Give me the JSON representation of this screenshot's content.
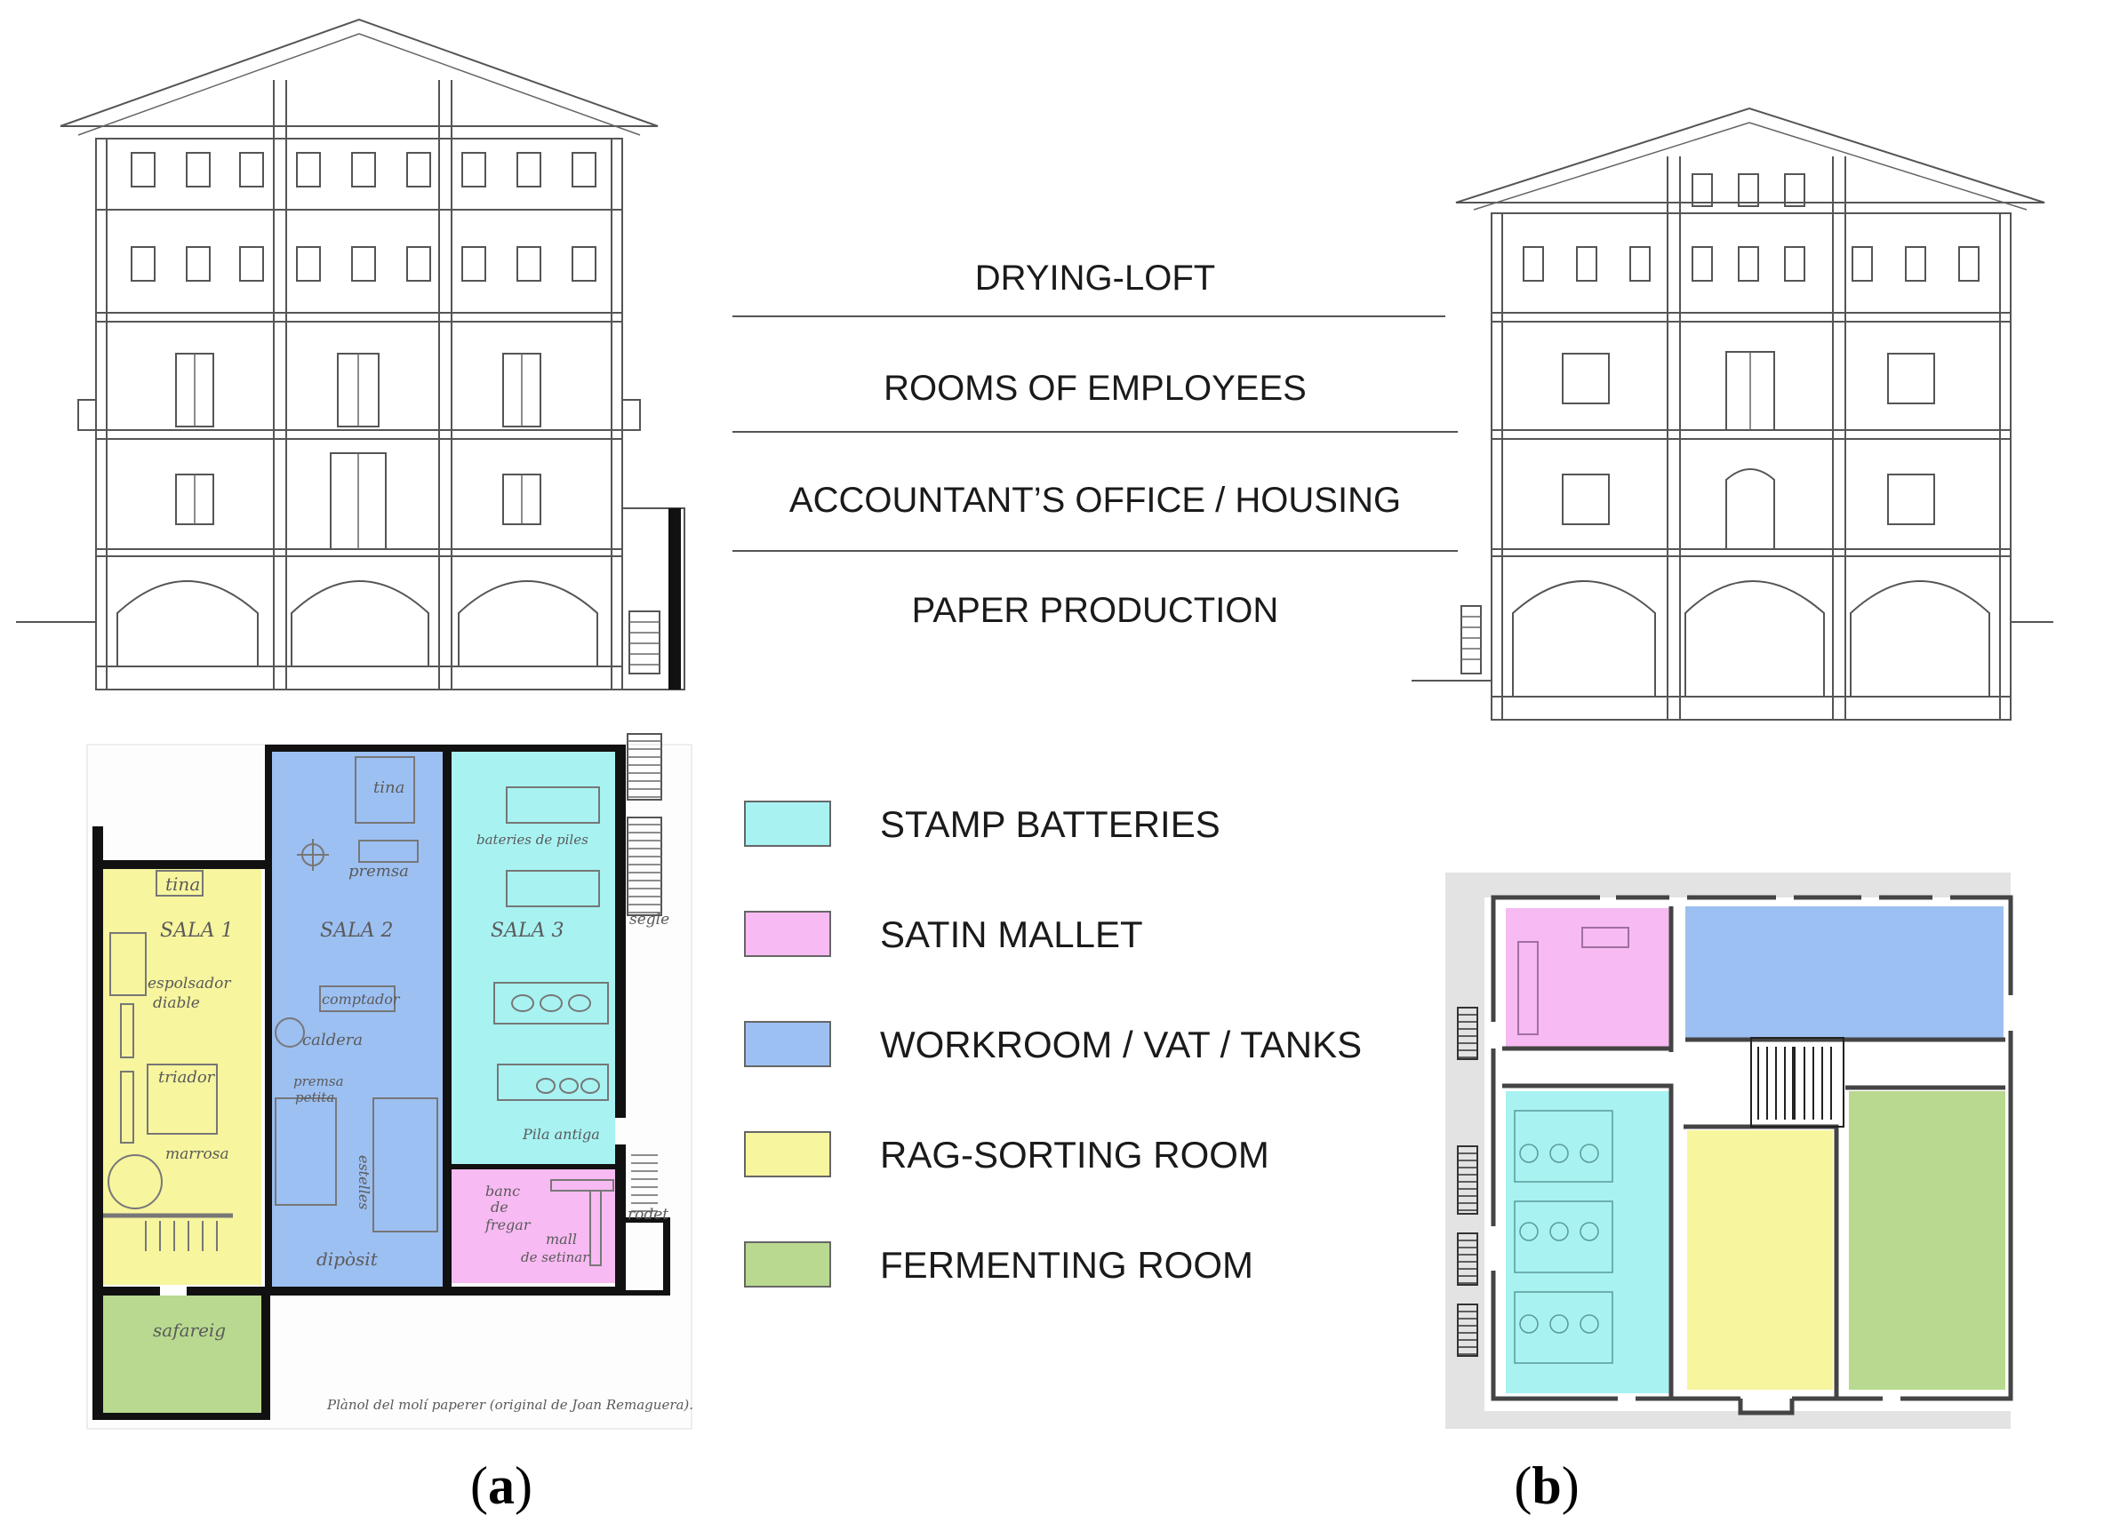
{
  "floors": [
    {
      "id": "drying",
      "label": "DRYING-LOFT"
    },
    {
      "id": "employees",
      "label": "ROOMS OF EMPLOYEES"
    },
    {
      "id": "accountant",
      "label": "ACCOUNTANT’S OFFICE / HOUSING"
    },
    {
      "id": "production",
      "label": "PAPER PRODUCTION"
    }
  ],
  "legend": [
    {
      "id": "stamp",
      "label": "STAMP BATTERIES",
      "color": "#a8f2f2"
    },
    {
      "id": "satin",
      "label": "SATIN MALLET",
      "color": "#f7baf2"
    },
    {
      "id": "workroom",
      "label": "WORKROOM / VAT / TANKS",
      "color": "#9dc0f2"
    },
    {
      "id": "rag",
      "label": "RAG-SORTING ROOM",
      "color": "#f7f59e"
    },
    {
      "id": "ferment",
      "label": "FERMENTING ROOM",
      "color": "#b8d98f"
    }
  ],
  "plan_a_labels": {
    "tina1": "tina",
    "sala1": "SALA 1",
    "espolsador": "espolsador",
    "diable": "diable",
    "triador": "triador",
    "marrosa": "marrosa",
    "tina2": "tina",
    "premsa": "premsa",
    "sala2": "SALA 2",
    "comptador": "comptador",
    "caldera": "caldera",
    "premsa_petita": "premsa",
    "petita": "petita",
    "estelles": "estelles",
    "diposit": "dipòsit",
    "bateries": "bateries de piles",
    "sala3": "SALA 3",
    "pila_antiga": "Pila antiga",
    "banc": "banc",
    "de": "de",
    "fregar": "fregar",
    "mall": "mall",
    "de_setinar": "de setinar",
    "safareig": "safareig",
    "segle": "segle",
    "rodet": "rodet",
    "credit": "Plànol del molí paperer (original de Joan Remaguera)."
  },
  "captions": {
    "a": "a",
    "b": "b",
    "open": "(",
    "close": ")"
  }
}
